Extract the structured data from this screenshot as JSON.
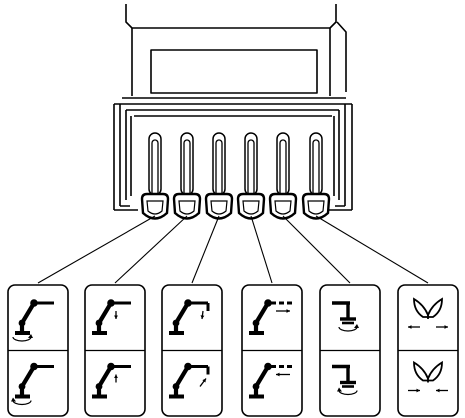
{
  "figure": {
    "kind": "excavator-control-lever-pattern",
    "levers": [
      {
        "id": 1,
        "function": "swing",
        "up_icon": "swing-left-icon",
        "down_icon": "swing-right-icon"
      },
      {
        "id": 2,
        "function": "boom",
        "up_icon": "boom-lower-icon",
        "down_icon": "boom-raise-icon"
      },
      {
        "id": 3,
        "function": "arm",
        "up_icon": "arm-out-icon",
        "down_icon": "arm-in-icon"
      },
      {
        "id": 4,
        "function": "boom-offset",
        "up_icon": "offset-right-icon",
        "down_icon": "offset-left-icon"
      },
      {
        "id": 5,
        "function": "blade",
        "up_icon": "blade-raise-icon",
        "down_icon": "blade-lower-icon"
      },
      {
        "id": 6,
        "function": "track-width",
        "up_icon": "track-extend-icon",
        "down_icon": "track-retract-icon"
      }
    ],
    "colors": {
      "line": "#000000",
      "background": "#ffffff"
    }
  }
}
